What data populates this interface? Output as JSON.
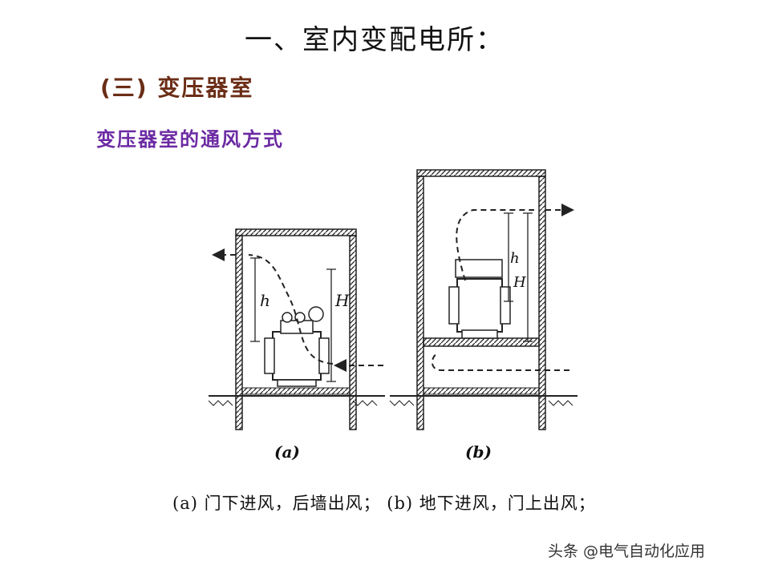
{
  "slide": {
    "title": "一、室内变配电所：",
    "section": "(三) 变压器室",
    "subtitle": "变压器室的通风方式",
    "figure_labels": {
      "a": "(a)",
      "b": "(b)"
    },
    "figure_marks": {
      "h": "h",
      "H": "H"
    },
    "caption": "(a) 门下进风，后墙出风； (b) 地下进风，门上出风；",
    "watermark": "头条 @电气自动化应用"
  }
}
